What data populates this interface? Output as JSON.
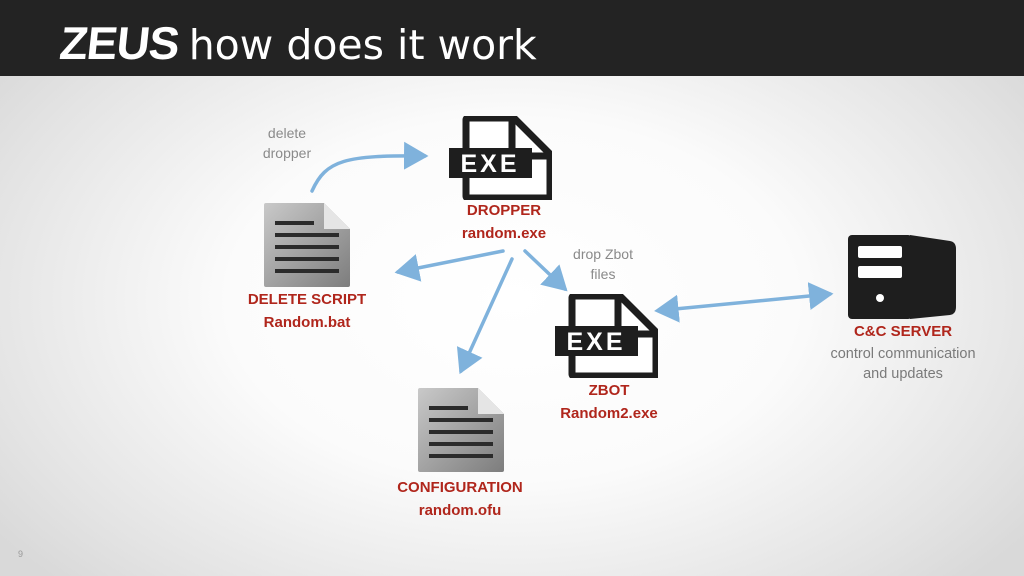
{
  "header": {
    "title_bold": "ZEUS",
    "title_rest": "how does it work"
  },
  "nodes": {
    "dropper": {
      "line1": "DROPPER",
      "line2": "random.exe",
      "icon_text": "EXE"
    },
    "delete_script": {
      "line1": "DELETE SCRIPT",
      "line2": "Random.bat"
    },
    "zbot": {
      "line1": "ZBOT",
      "line2": "Random2.exe",
      "icon_text": "EXE"
    },
    "configuration": {
      "line1": "CONFIGURATION",
      "line2": "random.ofu"
    },
    "cc_server": {
      "line1": "C&C SERVER",
      "desc_line1": "control communication",
      "desc_line2": "and updates"
    }
  },
  "notes": {
    "delete_dropper": {
      "line1": "delete",
      "line2": "dropper"
    },
    "drop_zbot": {
      "line1": "drop Zbot",
      "line2": "files"
    }
  },
  "icons": {
    "dropper": "exe-file-icon",
    "zbot": "exe-file-icon",
    "delete_script": "document-icon",
    "configuration": "document-icon",
    "cc_server": "server-tower-icon"
  },
  "colors": {
    "label": "#b0261c",
    "arrow": "#7fb2dc",
    "header_bg": "#232323"
  },
  "page_number": "9"
}
